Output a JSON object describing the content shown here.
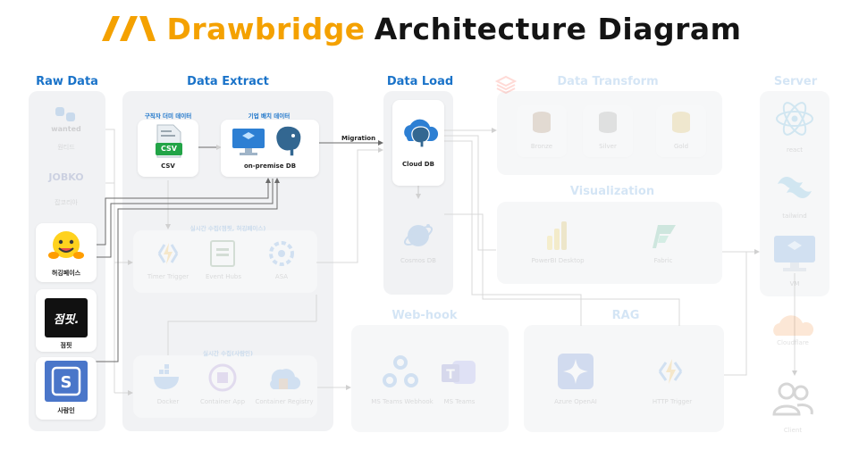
{
  "title": {
    "accent": "Drawbridge",
    "main": "Architecture Diagram"
  },
  "sections": {
    "raw_data": "Raw Data",
    "data_extract": "Data Extract",
    "data_load": "Data Load",
    "data_transform": "Data Transform",
    "server": "Server",
    "visualization": "Visualization",
    "web_hook": "Web-hook",
    "rag": "RAG"
  },
  "raw_sources": {
    "wanted": "wanted",
    "wanted_caption": "원티드",
    "jobko": "JOBKO",
    "jobko_caption": "잡코리아",
    "hugging_caption": "허깅페이스",
    "jumpit_logo": "점핏.",
    "jumpit_caption": "점핏",
    "saramin_caption": "사람인"
  },
  "extract": {
    "group_csv": "구직자 더미 데이터",
    "group_db": "기업 배치 데이터",
    "csv_badge": "CSV",
    "csv_caption": "CSV",
    "onprem_caption": "on-premise DB",
    "realtime_group": "실시간 수집(점핏, 허깅페이스)",
    "timer_trigger": "Timer Trigger",
    "event_hubs": "Event Hubs",
    "asa": "ASA",
    "realtime_group2": "실시간 수집(사람인)",
    "docker": "Docker",
    "container_app": "Container App",
    "container_registry": "Container Registry"
  },
  "load": {
    "migration": "Migration",
    "cloud_db": "Cloud DB",
    "cosmos_db": "Cosmos DB"
  },
  "transform": {
    "bronze": "Bronze",
    "silver": "Silver",
    "gold": "Gold"
  },
  "viz": {
    "powerbi": "PowerBI Desktop",
    "fabric": "Fabric"
  },
  "webhook": {
    "teams_webhook": "MS Teams Webhook",
    "teams": "MS Teams"
  },
  "rag": {
    "openai": "Azure OpenAI",
    "http_trigger": "HTTP Trigger"
  },
  "server": {
    "react": "react",
    "tailwind": "tailwind",
    "vm": "VM",
    "cloudflare": "Cloudflare",
    "client": "Client"
  },
  "colors": {
    "accent": "#f4a100",
    "section_blue": "#1a73c9",
    "csv_green": "#22a447",
    "postgres_blue": "#336791",
    "azure_blue": "#2d7fd3",
    "saramin_blue": "#4a76c9"
  },
  "icons": [
    "drawbridge-logo",
    "wanted-logo",
    "hugging-face-icon",
    "jumpit-logo",
    "saramin-logo",
    "csv-file-icon",
    "monitor-icon",
    "postgres-icon",
    "cloud-db-icon",
    "cosmos-db-icon",
    "lightning-icon",
    "event-hubs-icon",
    "asa-icon",
    "docker-icon",
    "container-app-icon",
    "container-registry-icon",
    "databricks-icon",
    "database-icon",
    "powerbi-icon",
    "fabric-icon",
    "webhook-icon",
    "teams-icon",
    "openai-sparkle-icon",
    "react-icon",
    "tailwind-icon",
    "vm-icon",
    "cloudflare-icon",
    "client-icon"
  ]
}
